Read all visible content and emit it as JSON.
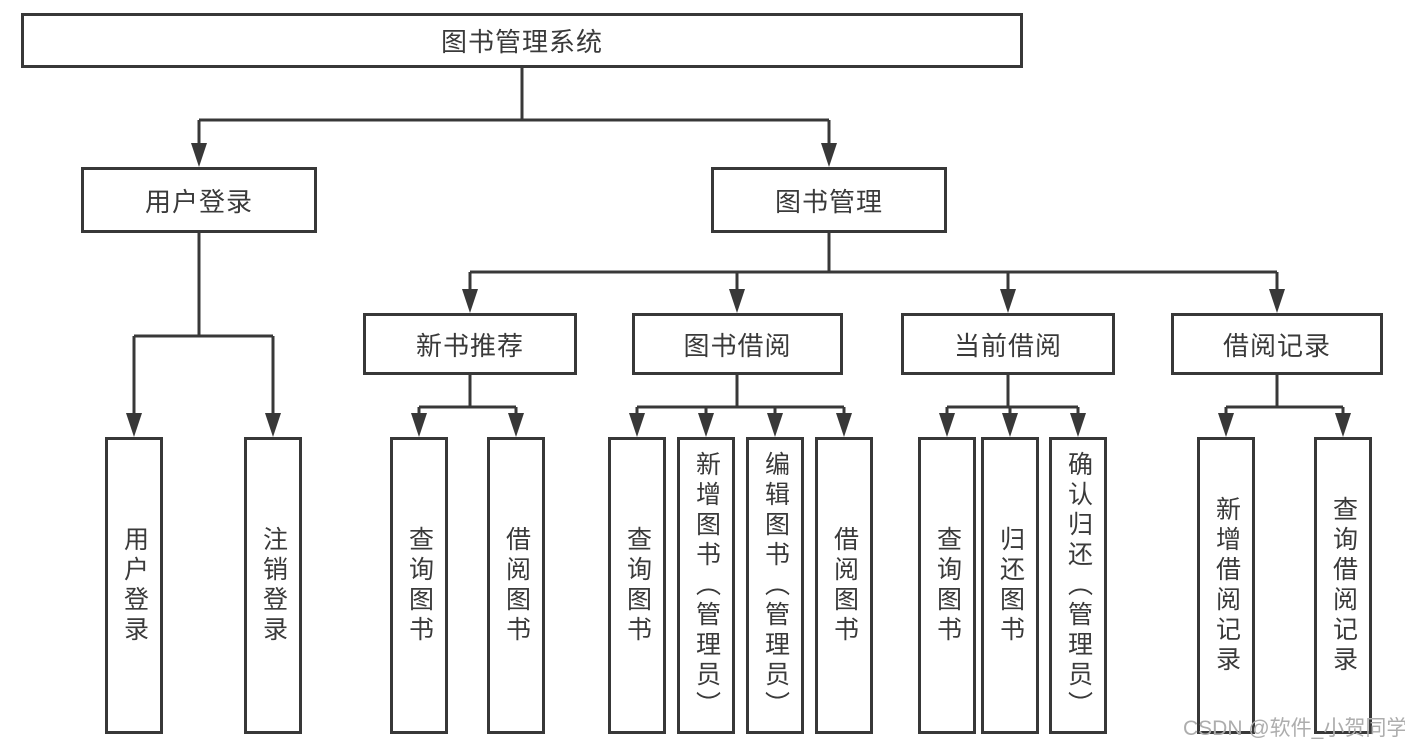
{
  "root_label": "图书管理系统",
  "level2": {
    "user_login": "用户登录",
    "book_mgmt": "图书管理"
  },
  "level3": {
    "recommend": "新书推荐",
    "borrow": "图书借阅",
    "current": "当前借阅",
    "records": "借阅记录"
  },
  "leaves": {
    "user": [
      "用户登录",
      "注销登录"
    ],
    "recommend": [
      "查询图书",
      "借阅图书"
    ],
    "borrow": [
      "查询图书",
      "新增图书（管理员）",
      "编辑图书（管理员）",
      "借阅图书"
    ],
    "current": [
      "查询图书",
      "归还图书",
      "确认归还（管理员）"
    ],
    "records": [
      "新增借阅记录",
      "查询借阅记录"
    ]
  },
  "watermark": "CSDN @软件_小贺同学",
  "colors": {
    "line": "#383838",
    "text": "#3a3a3a",
    "watermark": "#adadad"
  }
}
